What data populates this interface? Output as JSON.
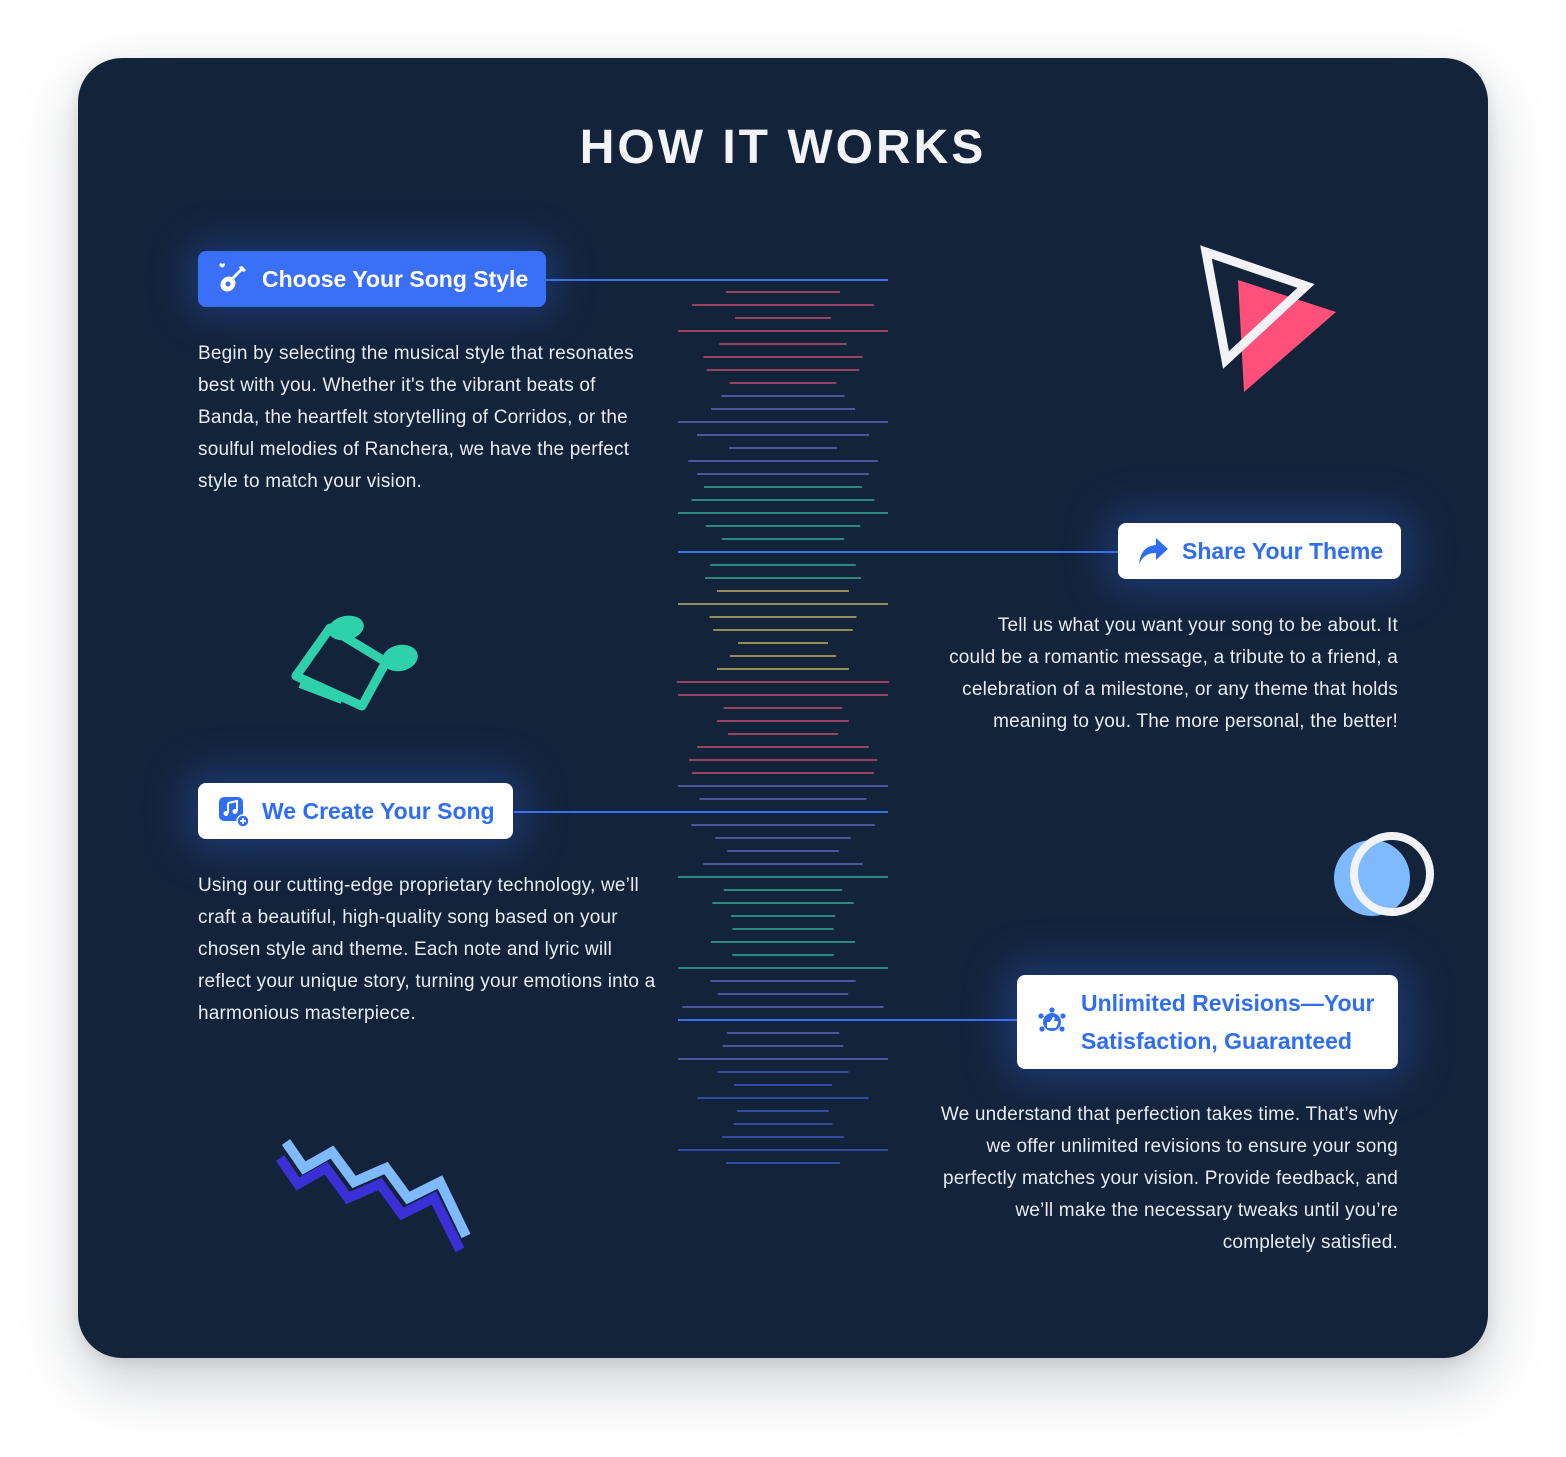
{
  "header": {
    "title": "HOW IT WORKS"
  },
  "steps": [
    {
      "label": "Choose Your Song Style",
      "icon": "guitar-icon",
      "description": "Begin by selecting the musical style that resonates best with you. Whether it's the vibrant beats of Banda, the heartfelt storytelling of Corridos, or the soulful melodies of Ranchera, we have the perfect style to match your vision."
    },
    {
      "label": "Share Your Theme",
      "icon": "share-arrow-icon",
      "description": "Tell us what you want your song to be about. It could be a romantic message, a tribute to a friend, a celebration of a milestone, or any theme that holds meaning to you. The more personal, the better!"
    },
    {
      "label": "We Create Your Song",
      "icon": "music-add-icon",
      "description": "Using our cutting-edge proprietary technology, we’ll craft a beautiful, high-quality song based on your chosen style and theme. Each note and lyric will reflect your unique story, turning your emotions into a harmonious masterpiece."
    },
    {
      "label": "Unlimited Revisions—Your Satisfaction, Guaranteed",
      "icon": "thumbs-up-badge-icon",
      "description": "We understand that perfection takes time. That’s why we offer unlimited revisions to ensure your song perfectly matches your vision. Provide feedback, and we’ll make the necessary tweaks until you’re completely satisfied."
    }
  ],
  "colors": {
    "background": "#13233a",
    "accent_blue": "#3a6ff7",
    "pink": "#ff4f7b",
    "teal": "#2fd1ad",
    "light_blue": "#7fbaff",
    "indigo": "#3b2fd6",
    "wave_palette": [
      "#ff5c85",
      "#7c7cf0",
      "#3fd6b4",
      "#f4e06b",
      "#ff5c85",
      "#7c7cf0",
      "#3fd6b4",
      "#7c7cf0",
      "#4d6cf5"
    ]
  },
  "decorations": [
    "play-triangle-icon",
    "music-note-icon",
    "double-circle-icon",
    "zigzag-icon",
    "sound-wave-lines"
  ]
}
